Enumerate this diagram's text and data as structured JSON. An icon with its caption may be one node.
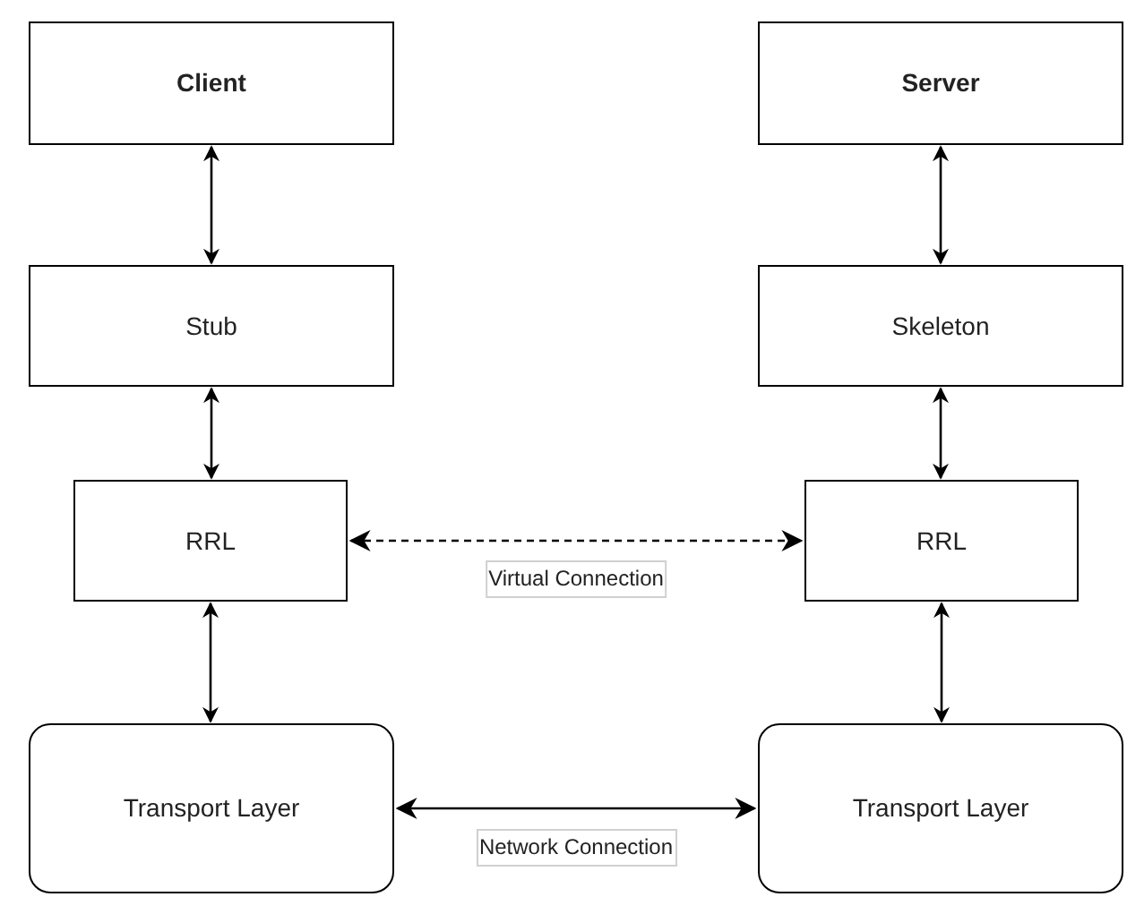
{
  "diagram": {
    "nodes": [
      {
        "text": [
          "Client"
        ]
      },
      {
        "text": [
          "Server"
        ]
      },
      {
        "text": [
          "Stub"
        ]
      },
      {
        "text": [
          "Skeleton"
        ]
      },
      {
        "text": [
          "RRL"
        ]
      },
      {
        "text": [
          "RRL"
        ]
      },
      {
        "text": [
          "Transport Layer"
        ]
      },
      {
        "text": [
          "Transport Layer"
        ]
      }
    ],
    "edges": [
      {
        "from": 0,
        "to": 2,
        "arrow": "both"
      },
      {
        "from": 1,
        "to": 3,
        "arrow": "both"
      },
      {
        "from": 2,
        "to": 4,
        "arrow": "both"
      },
      {
        "from": 3,
        "to": 5,
        "arrow": "both"
      },
      {
        "from": 4,
        "to": 5,
        "arrow": "both",
        "label": "Virtual Connection",
        "style": "dashed"
      },
      {
        "from": 4,
        "to": 6,
        "arrow": "both"
      },
      {
        "from": 5,
        "to": 7,
        "arrow": "both"
      },
      {
        "from": 6,
        "to": 7,
        "arrow": "both",
        "label": "Network Connection"
      }
    ]
  }
}
